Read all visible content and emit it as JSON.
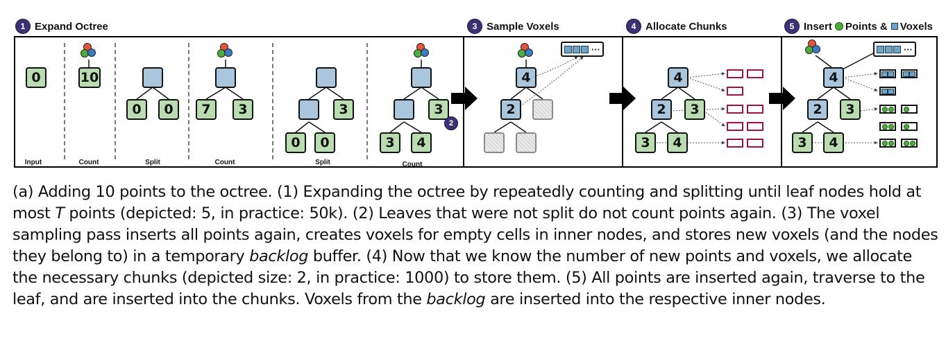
{
  "headers": {
    "h1": {
      "num": "1",
      "label": "Expand Octree"
    },
    "h3": {
      "num": "3",
      "label": "Sample Voxels"
    },
    "h4": {
      "num": "4",
      "label": "Allocate Chunks"
    },
    "h5": {
      "num": "5",
      "label_a": "Insert",
      "label_b": "Points &",
      "label_c": "Voxels"
    }
  },
  "stage_labels": [
    "Input",
    "Count",
    "Split",
    "Count",
    "Split",
    "Count"
  ],
  "nodes": {
    "input": "0",
    "count1": "10",
    "split1_a": "0",
    "split1_b": "0",
    "count2_a": "7",
    "count2_b": "3",
    "split2_c": "3",
    "split2_d": "0",
    "split2_e": "0",
    "count3_b": "3",
    "count3_d": "3",
    "count3_e": "4",
    "sample_root": "4",
    "sample_child": "2",
    "alloc_root": "4",
    "alloc_c1": "2",
    "alloc_c2": "3",
    "alloc_c3": "3",
    "alloc_c4": "4",
    "ins_root": "4",
    "ins_c1": "2",
    "ins_c2": "3",
    "ins_c3": "3",
    "ins_c4": "4"
  },
  "badge2": "2",
  "ellipsis": "···",
  "colors": {
    "leaf": "#b9ddb0",
    "inner": "#a9c6dd",
    "chunk": "#a0123f",
    "badge": "#3b3276"
  },
  "caption": {
    "p1": "(a) Adding 10 points to the octree. (1) Expanding the octree by repeatedly counting and splitting until leaf nodes hold at most ",
    "T": "T",
    "p2": " points (depicted: 5, in practice: 50k). (2) Leaves that were not split do not count points again. (3) The voxel sampling pass inserts all points again, creates voxels for empty cells in inner nodes, and stores new voxels (and the nodes they belong to) in a temporary ",
    "backlog1": "backlog",
    "p3": " buffer. (4) Now that we know the number of new points and voxels, we allocate the necessary chunks (depicted size: 2, in practice: 1000) to store them. (5) All points are inserted again, traverse to the leaf, and are inserted into the chunks. Voxels from the ",
    "backlog2": "backlog",
    "p4": " are inserted into the respective inner nodes."
  }
}
